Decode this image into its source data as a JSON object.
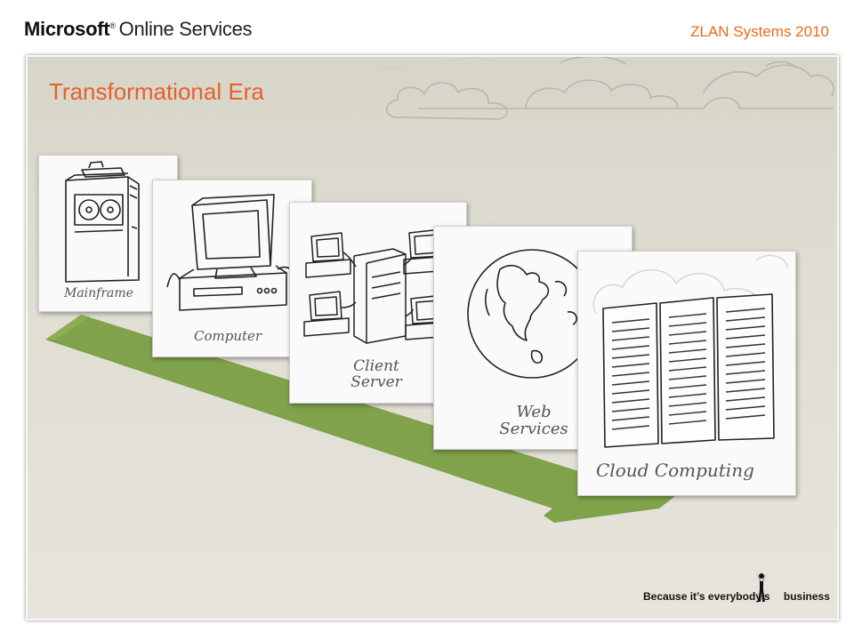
{
  "header": {
    "brand_bold": "Microsoft",
    "brand_reg": "®",
    "brand_rest": "Online Services",
    "company": "ZLAN Systems 2010"
  },
  "slide": {
    "title": "Transformational Era",
    "cards": [
      {
        "label": "Mainframe",
        "icon": "mainframe-icon"
      },
      {
        "label": "Computer",
        "icon": "computer-icon"
      },
      {
        "label": "Client Server",
        "icon": "client-server-icon"
      },
      {
        "label": "Web Services",
        "icon": "globe-icon"
      },
      {
        "label": "Cloud Computing",
        "icon": "server-racks-icon"
      }
    ],
    "tagline_part1": "Because it’s everybody’s",
    "tagline_part2": "business"
  },
  "colors": {
    "accent_orange": "#e86a1a",
    "title_orange": "#e8602a",
    "arrow_green": "#7fa24a",
    "background": "#e0ded3"
  }
}
